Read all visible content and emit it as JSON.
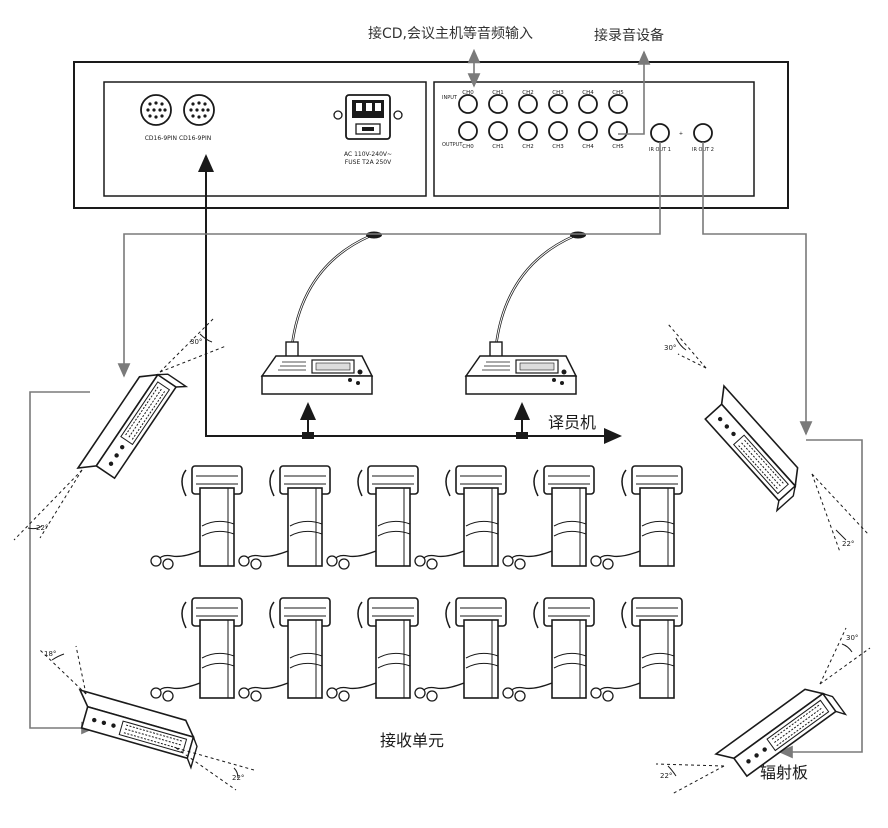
{
  "labels": {
    "cd_input": "接CD,会议主机等音频输入",
    "recorder": "接录音设备",
    "interpreter": "译员机",
    "receivers": "接收单元",
    "radiator": "辐射板"
  },
  "host": {
    "left_port_caption": "CD16-9PIN  CD16-9PIN",
    "power_caption_1": "AC 110V-240V~",
    "power_caption_2": "FUSE T2A 250V",
    "input_label": "INPUT",
    "output_label": "OUTPUT",
    "input_channels": [
      "CH0",
      "CH1",
      "CH2",
      "CH3",
      "CH4",
      "CH5"
    ],
    "output_channels": [
      "CH0",
      "CH1",
      "CH2",
      "CH3",
      "CH4",
      "CH5"
    ],
    "ir_out_1": "IR OUT 1",
    "ir_out_2": "IR OUT 2"
  },
  "angles": {
    "top_left": "30°",
    "left": "22°",
    "bottom_left": "18°",
    "bottom_left_2": "22°",
    "top_right": "30°",
    "right": "22°",
    "bottom_right": "30°",
    "bottom_right_2": "22°"
  },
  "colors": {
    "line": "#1a1a1a",
    "signal": "#7a7a7a",
    "panel": "#ffffff"
  }
}
